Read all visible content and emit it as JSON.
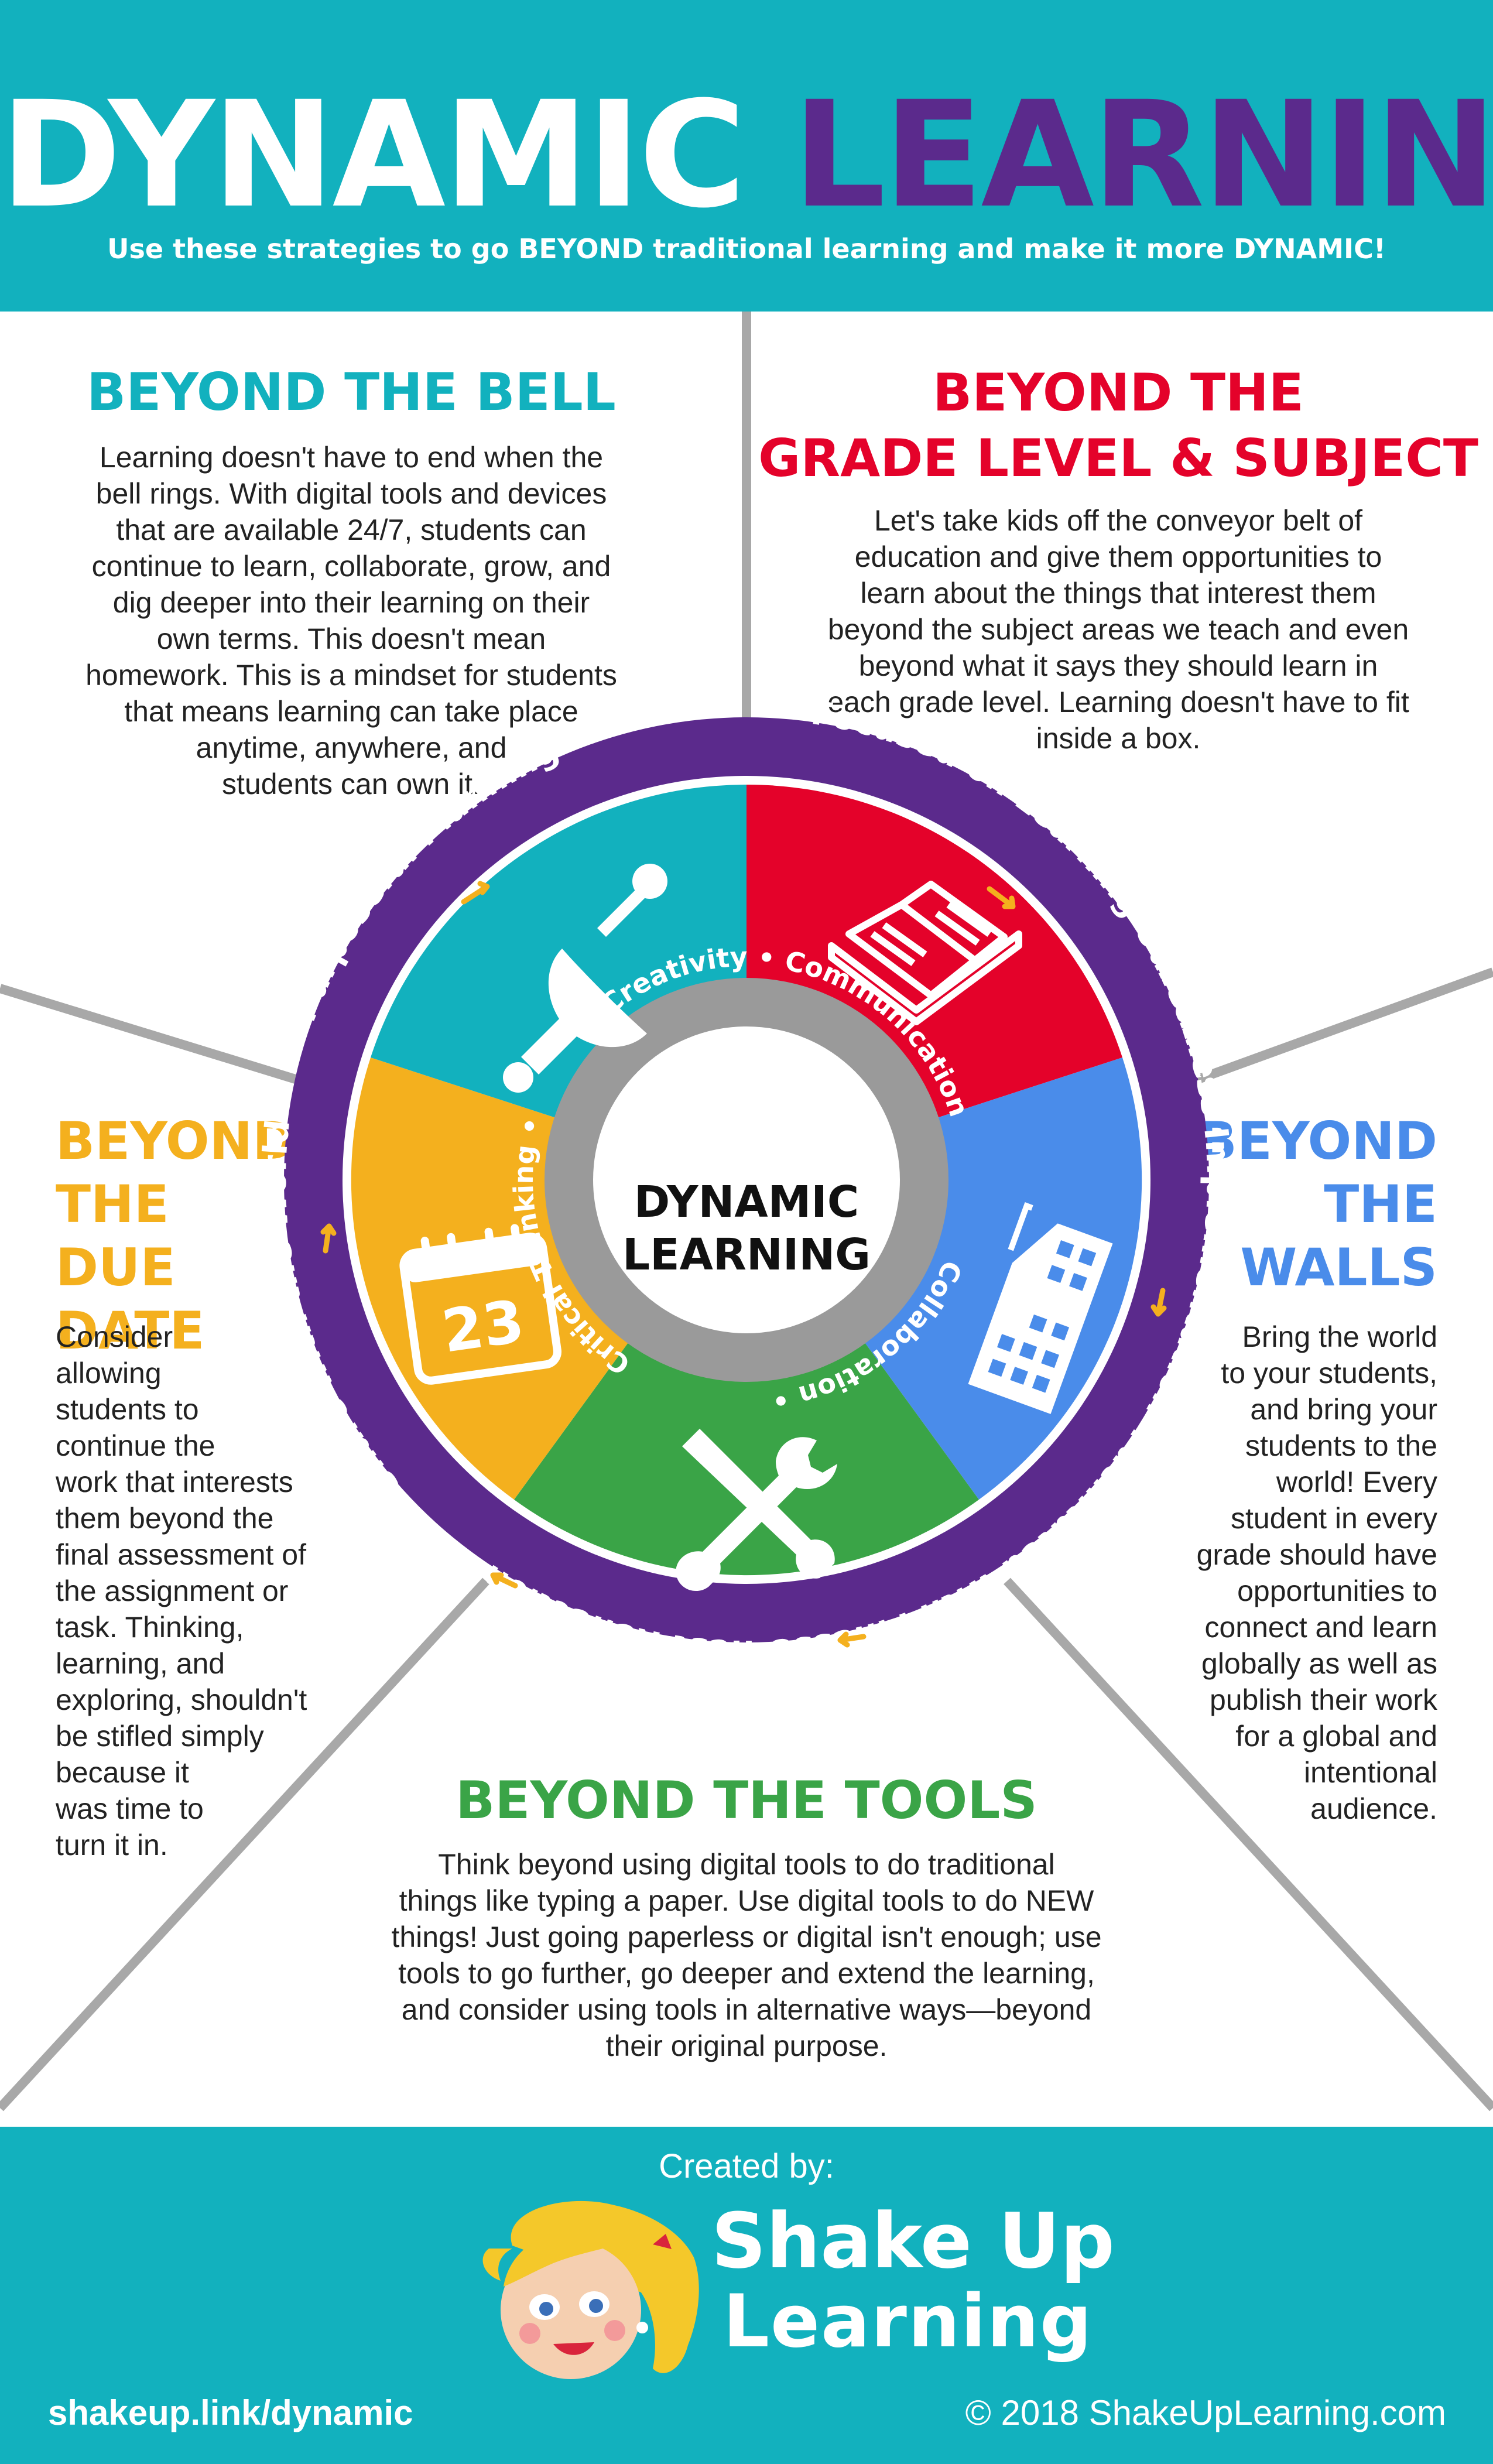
{
  "header": {
    "title_part1": "DYNAMIC",
    "title_part2": "LEARNING",
    "subtitle": "Use these strategies to go BEYOND traditional learning and make it more DYNAMIC!"
  },
  "sections": {
    "bell": {
      "title": "BEYOND THE BELL",
      "lines": [
        "Learning doesn't have to end when the",
        "bell rings. With digital tools and devices",
        "that are available 24/7, students can",
        "continue to learn, collaborate, grow, and",
        "dig deeper into their learning on their",
        "own terms. This doesn't mean",
        "homework. This is a mindset for students",
        "that means learning can take place",
        "anytime, anywhere, and",
        "students can own it."
      ]
    },
    "grade": {
      "title_lines": [
        "BEYOND THE",
        "GRADE LEVEL & SUBJECT"
      ],
      "lines": [
        "Let's take kids off the conveyor belt of",
        "education and give them opportunities to",
        "learn about the things that interest them",
        "beyond the subject areas we teach and even",
        "beyond what it says they should learn in",
        "each grade level. Learning doesn't have to fit",
        "inside a box."
      ]
    },
    "due": {
      "title_lines": [
        "BEYOND",
        "THE",
        "DUE DATE"
      ],
      "lines": [
        "Consider",
        "allowing",
        "students to",
        "continue the",
        "work that interests",
        "them beyond the",
        "final assessment of",
        "the assignment or",
        "task. Thinking,",
        "learning, and",
        "exploring, shouldn't",
        "be stifled simply",
        "because it",
        "was time to",
        "turn it in."
      ]
    },
    "walls": {
      "title_lines": [
        "BEYOND",
        "THE",
        "WALLS"
      ],
      "lines": [
        "Bring the world",
        "to your students,",
        "and bring your",
        "students to the",
        "world! Every",
        "student in every",
        "grade should have",
        "opportunities to",
        "connect and learn",
        "globally as well as",
        "publish their work",
        "for a global and",
        "intentional",
        "audience."
      ]
    },
    "tools": {
      "title": "BEYOND THE TOOLS",
      "lines": [
        "Think beyond using digital tools to do traditional",
        "things like typing a paper. Use digital tools to do NEW",
        "things! Just going paperless or digital isn't enough; use",
        "tools to go further, go deeper and extend the learning,",
        "and consider using tools in alternative ways—beyond",
        "their original purpose."
      ]
    }
  },
  "wheel": {
    "center_line1": "DYNAMIC",
    "center_line2": "LEARNING",
    "outer_top": "Focused on Learning Outcomes",
    "outer_upper_right": "Fearless Implementation",
    "outer_lower_right": "Facilitated with Finesse",
    "outer_bottom": "Honest Reflection",
    "outer_lower_left": "Share with the World",
    "outer_upper_left": "Purposeful Planning",
    "inner_top": "Creativity • Communication",
    "inner_right": "Collaboration •",
    "inner_left": "Critical Thinking •",
    "calendar_number": "23",
    "icons": [
      "bell-icon",
      "book-icon",
      "school-building-icon",
      "tools-icon",
      "calendar-icon"
    ],
    "colors": {
      "teal": "#12b1be",
      "red": "#e4022a",
      "blue": "#4a8cea",
      "green": "#3aa447",
      "yellow": "#f4b01e",
      "purple": "#5b2a8c",
      "gray": "#9a9a9a",
      "arrow": "#f4b01e"
    }
  },
  "footer": {
    "created_by": "Created by:",
    "logo_line1": "Shake Up",
    "logo_line2": "Learning",
    "link": "shakeup.link/dynamic",
    "copyright": "© 2018 ShakeUpLearning.com"
  }
}
